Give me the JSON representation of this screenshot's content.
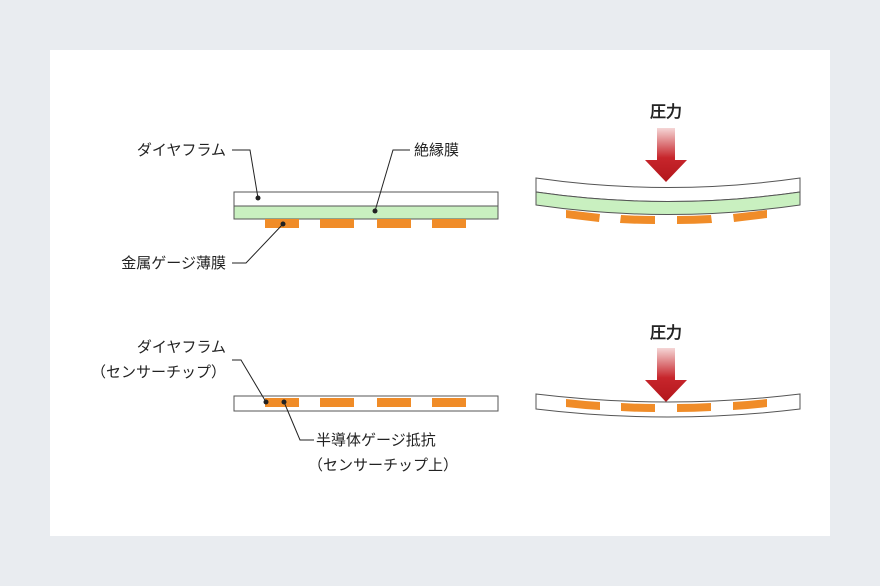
{
  "colors": {
    "background": "#e9ecf0",
    "panel": "#ffffff",
    "outline": "#555555",
    "diaphragm_fill": "#ffffff",
    "insulating_film": "#c9f0c0",
    "gauge": "#f08c28",
    "arrow_dark": "#b3151b",
    "arrow_light": "#f5d6d6",
    "text": "#222222"
  },
  "top_flat": {
    "label_diaphragm": "ダイヤフラム",
    "label_insulating_film": "絶縁膜",
    "label_metal_gauge": "金属ゲージ薄膜",
    "gauge_count": 4
  },
  "top_bent": {
    "label_pressure": "圧力",
    "gauge_count": 4
  },
  "bottom_flat": {
    "label_diaphragm_line1": "ダイヤフラム",
    "label_diaphragm_line2": "（センサーチップ）",
    "label_semiconductor_line1": "半導体ゲージ抵抗",
    "label_semiconductor_line2": "（センサーチップ上）",
    "gauge_count": 4
  },
  "bottom_bent": {
    "label_pressure": "圧力",
    "gauge_count": 4
  }
}
